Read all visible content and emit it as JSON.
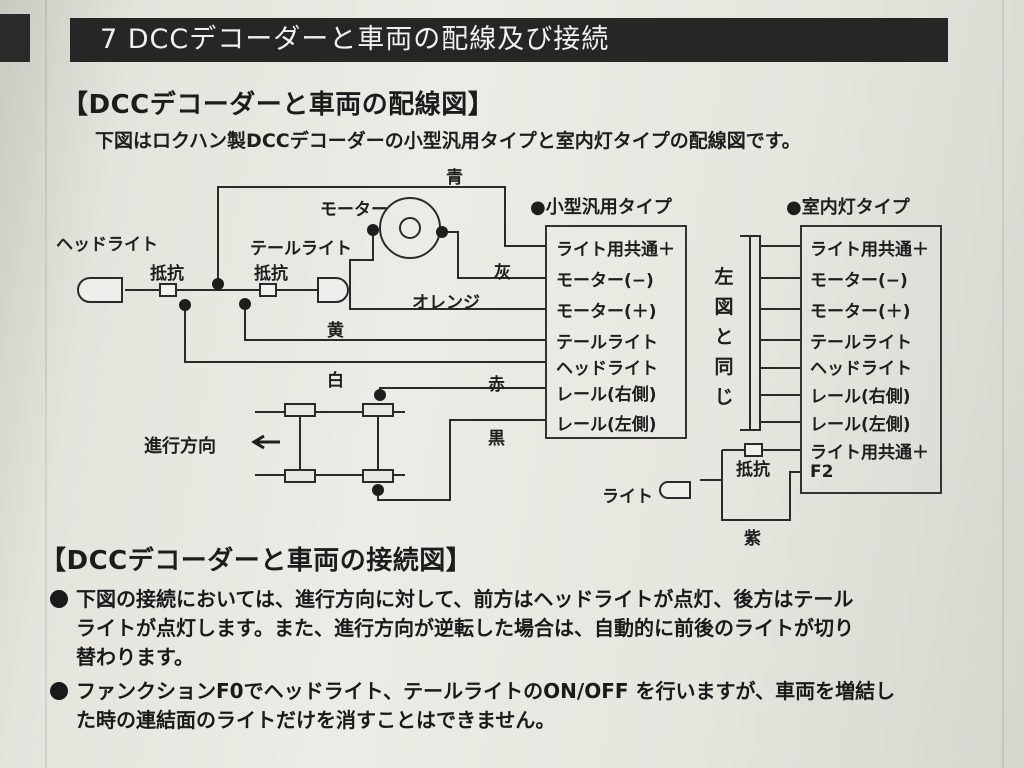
{
  "header": {
    "title": "7 DCCデコーダーと車両の配線及び接続"
  },
  "wiring": {
    "heading": "【DCCデコーダーと車両の配線図】",
    "intro": "下図はロクハン製DCCデコーダーの小型汎用タイプと室内灯タイプの配線図です。",
    "left_diagram": {
      "type_label": "●小型汎用タイプ",
      "terminals": [
        "ライト用共通＋",
        "モーター(−)",
        "モーター(＋)",
        "テールライト",
        "ヘッドライト",
        "レール(右側)",
        "レール(左側)"
      ],
      "wire_colors": {
        "blue": "青",
        "gray": "灰",
        "orange": "オレンジ",
        "yellow": "黄",
        "white": "白",
        "red": "赤",
        "black": "黒"
      },
      "motor": "モーター",
      "headlight": "ヘッドライト",
      "taillight": "テールライト",
      "resistor_1": "抵抗",
      "resistor_2": "抵抗",
      "direction": "進行方向"
    },
    "right_diagram": {
      "type_label": "●室内灯タイプ",
      "terminals": [
        "ライト用共通＋",
        "モーター(−)",
        "モーター(＋)",
        "テールライト",
        "ヘッドライト",
        "レール(右側)",
        "レール(左側)",
        "ライト用共通＋",
        "F2"
      ],
      "same_as_left": "左図と同じ",
      "resistor": "抵抗",
      "light": "ライト",
      "purple": "紫"
    }
  },
  "connection": {
    "heading": "【DCCデコーダーと車両の接続図】",
    "bullets": [
      [
        "下図の接続においては、進行方向に対して、前方はヘッドライトが点灯、後方はテール",
        "ライトが点灯します。また、進行方向が逆転した場合は、自動的に前後のライトが切り",
        "替わります。"
      ],
      [
        "ファンクションF0でヘッドライト、テールライトのON/OFF を行いますが、車両を増結し",
        "た時の連結面のライトだけを消すことはできません。"
      ]
    ]
  }
}
